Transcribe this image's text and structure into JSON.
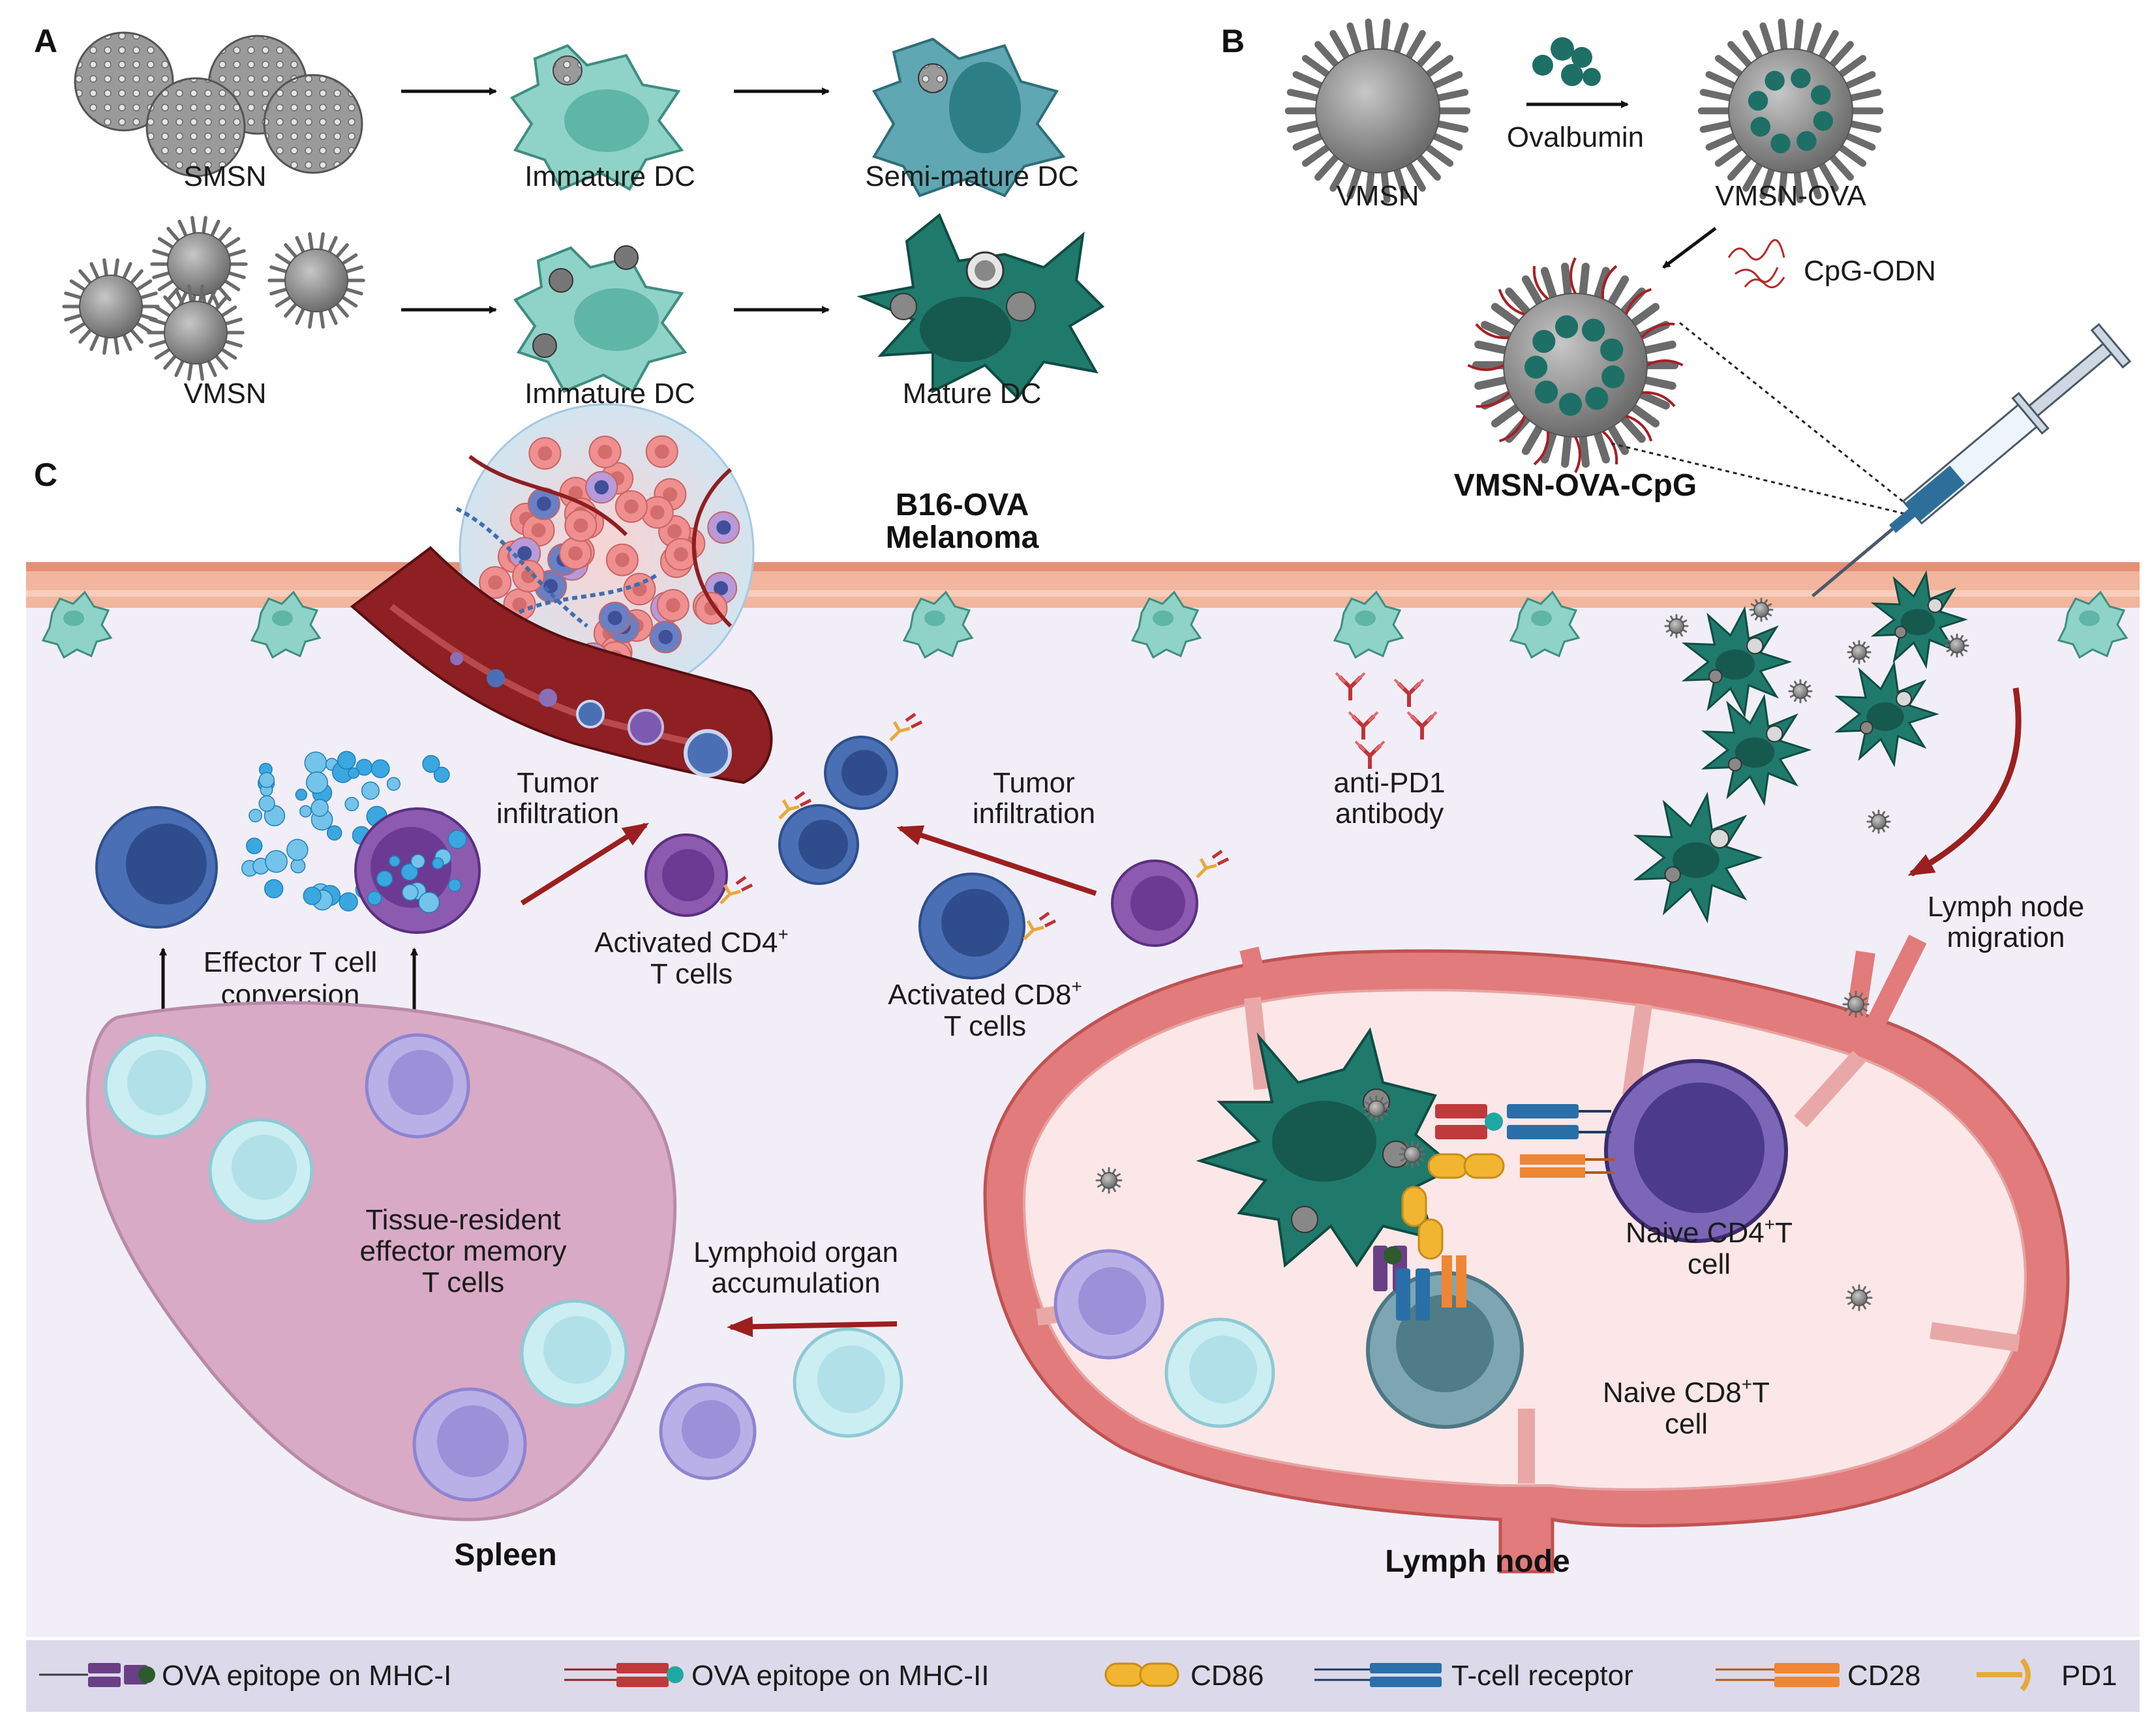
{
  "panels": {
    "a": "A",
    "b": "B",
    "c": "C"
  },
  "panel_a": {
    "row1": [
      "SMSN",
      "Immature DC",
      "Semi-mature DC"
    ],
    "row2": [
      "VMSN",
      "Immature DC",
      "Mature DC"
    ]
  },
  "panel_b": {
    "vmsn": "VMSN",
    "ovalbumin": "Ovalbumin",
    "vmsn_ova": "VMSN-OVA",
    "cpg": "CpG-ODN",
    "vmsn_ova_cpg": "VMSN-OVA-CpG"
  },
  "panel_c": {
    "tumor_line1": "B16-OVA",
    "tumor_line2": "Melanoma",
    "tumor_infiltration_left": [
      "Tumor",
      "infiltration"
    ],
    "tumor_infiltration_right": [
      "Tumor",
      "infiltration"
    ],
    "anti_pd1": [
      "anti-PD1",
      "antibody"
    ],
    "lymph_migration": [
      "Lymph node",
      "migration"
    ],
    "effector_conversion": [
      "Effector T cell",
      "conversion"
    ],
    "cd4_activated": [
      "Activated CD4",
      "T cells"
    ],
    "cd8_activated": [
      "Activated CD8",
      "T cells"
    ],
    "superscript_plus": "+",
    "trm": [
      "Tissue-resident",
      "effector memory",
      "T cells"
    ],
    "lymphoid_accumulation": [
      "Lymphoid organ",
      "accumulation"
    ],
    "naive_cd4": [
      "Naive CD4",
      "T",
      "cell"
    ],
    "naive_cd8": [
      "Naive CD8",
      "T",
      "cell"
    ],
    "spleen": "Spleen",
    "lymph_node": "Lymph node"
  },
  "legend": [
    {
      "label": "OVA epitope on MHC-I",
      "color": "#6b3f86"
    },
    {
      "label": "OVA epitope on MHC-II",
      "color": "#c0393b"
    },
    {
      "label": "CD86",
      "color": "#f2b531"
    },
    {
      "label": "T-cell receptor",
      "color": "#2a6fa8"
    },
    {
      "label": "CD28",
      "color": "#ef8633"
    },
    {
      "label": "PD1",
      "color": "#e8a93a"
    }
  ],
  "colors": {
    "dc_teal": "#1f7a6c",
    "dc_light": "#8fd3c8",
    "cd8_blue": "#4b6fb5",
    "cd4_purple": "#8c5bb0",
    "arrow_red": "#9c1f1f",
    "skin": "#f4b6a0",
    "background": "#f1eef7",
    "spleen": "#d9a8c6",
    "lymph": "#e07a7a"
  }
}
